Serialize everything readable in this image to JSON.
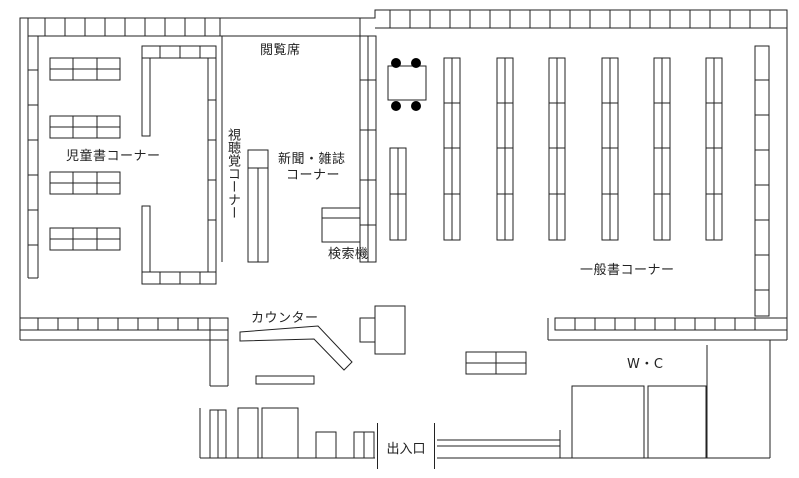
{
  "labels": {
    "reading_seats": "閲覧席",
    "children_books": "児童書コーナー",
    "audiovisual": "視聴覚コーナー",
    "newspaper_line1": "新聞・雑誌",
    "newspaper_line2": "コーナー",
    "search_terminal": "検索機",
    "general_books": "一般書コーナー",
    "counter": "カウンター",
    "restroom": "W・C",
    "entrance": "出入口"
  }
}
